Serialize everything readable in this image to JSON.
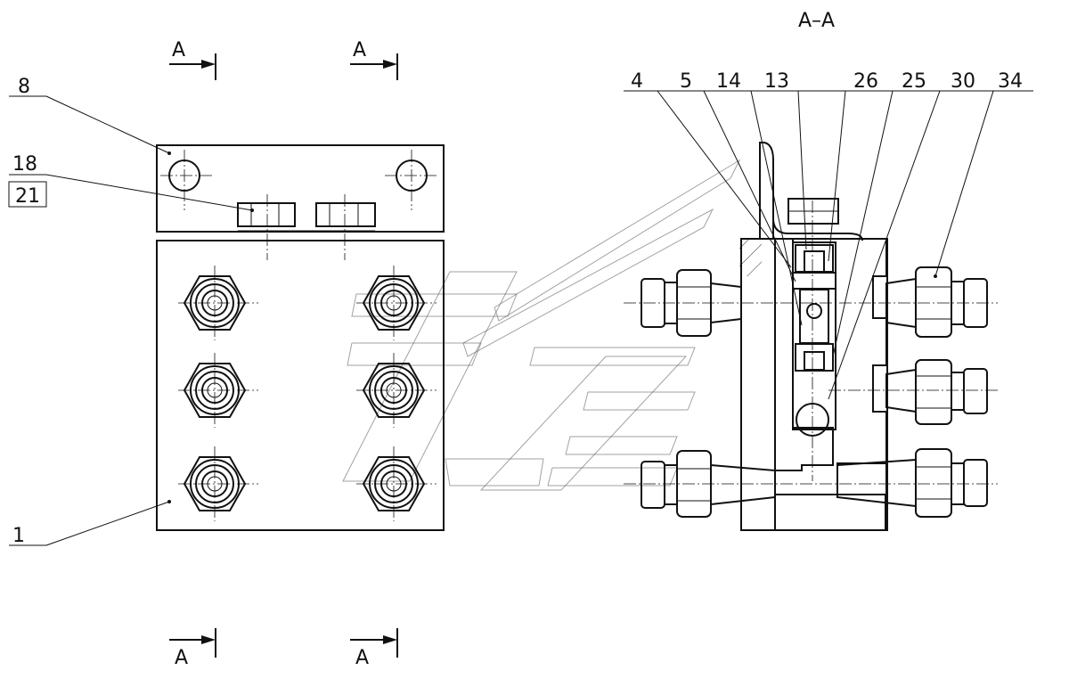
{
  "section_marks": {
    "top_left": "A",
    "top_right": "A",
    "bottom_left": "A",
    "bottom_right": "A",
    "section_title": "A–A"
  },
  "callouts": {
    "left": [
      "8",
      "18",
      "21",
      "1"
    ],
    "right": [
      "4",
      "5",
      "14",
      "13",
      "26",
      "25",
      "30",
      "34"
    ]
  }
}
